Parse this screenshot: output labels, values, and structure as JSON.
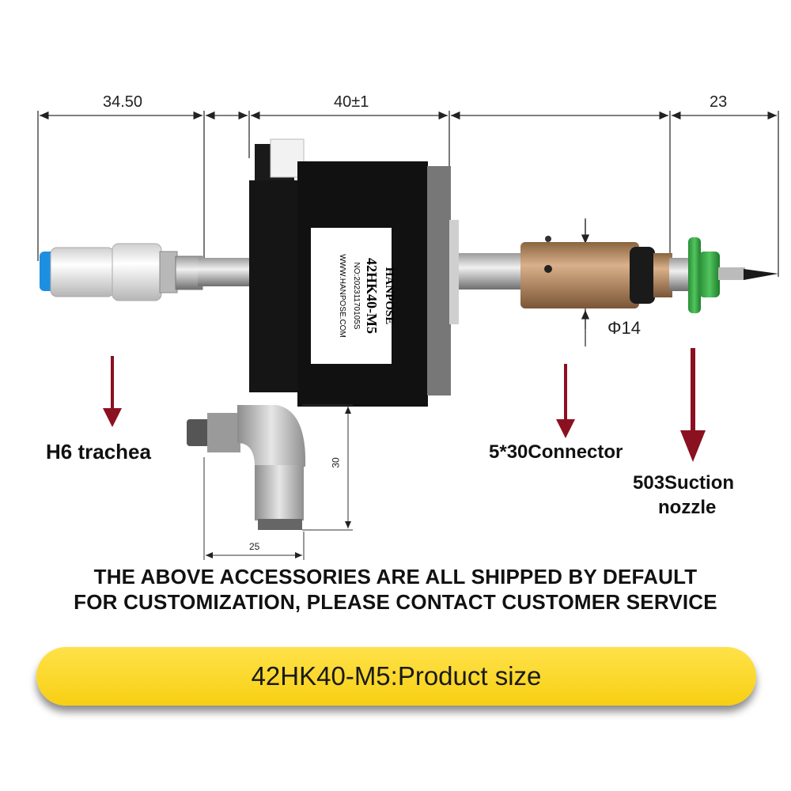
{
  "dimensions": {
    "left": "34.50",
    "middle": "40±1",
    "right": "23",
    "diameter": "Φ14",
    "elbow_height": "30",
    "elbow_width": "25"
  },
  "motor_label": {
    "brand": "HANPOSE",
    "model": "42HK40-M5",
    "serial": "NO:20231170105S",
    "website": "WWW.HANPOSE.COM"
  },
  "callouts": {
    "trachea": "H6 trachea",
    "connector": "5*30Connector",
    "nozzle_line1": "503Suction",
    "nozzle_line2": "nozzle"
  },
  "notice": {
    "line1": "THE ABOVE ACCESSORIES ARE ALL SHIPPED BY DEFAULT",
    "line2": "FOR CUSTOMIZATION, PLEASE CONTACT CUSTOMER SERVICE"
  },
  "banner": {
    "text": "42HK40-M5:Product size"
  },
  "colors": {
    "arrow": "#8b1020",
    "banner": "#f7d21c",
    "motor_body": "#141414",
    "brass": "#b98a5c",
    "nozzle_green": "#3fb04a",
    "fitting_blue": "#1e8fe0"
  }
}
